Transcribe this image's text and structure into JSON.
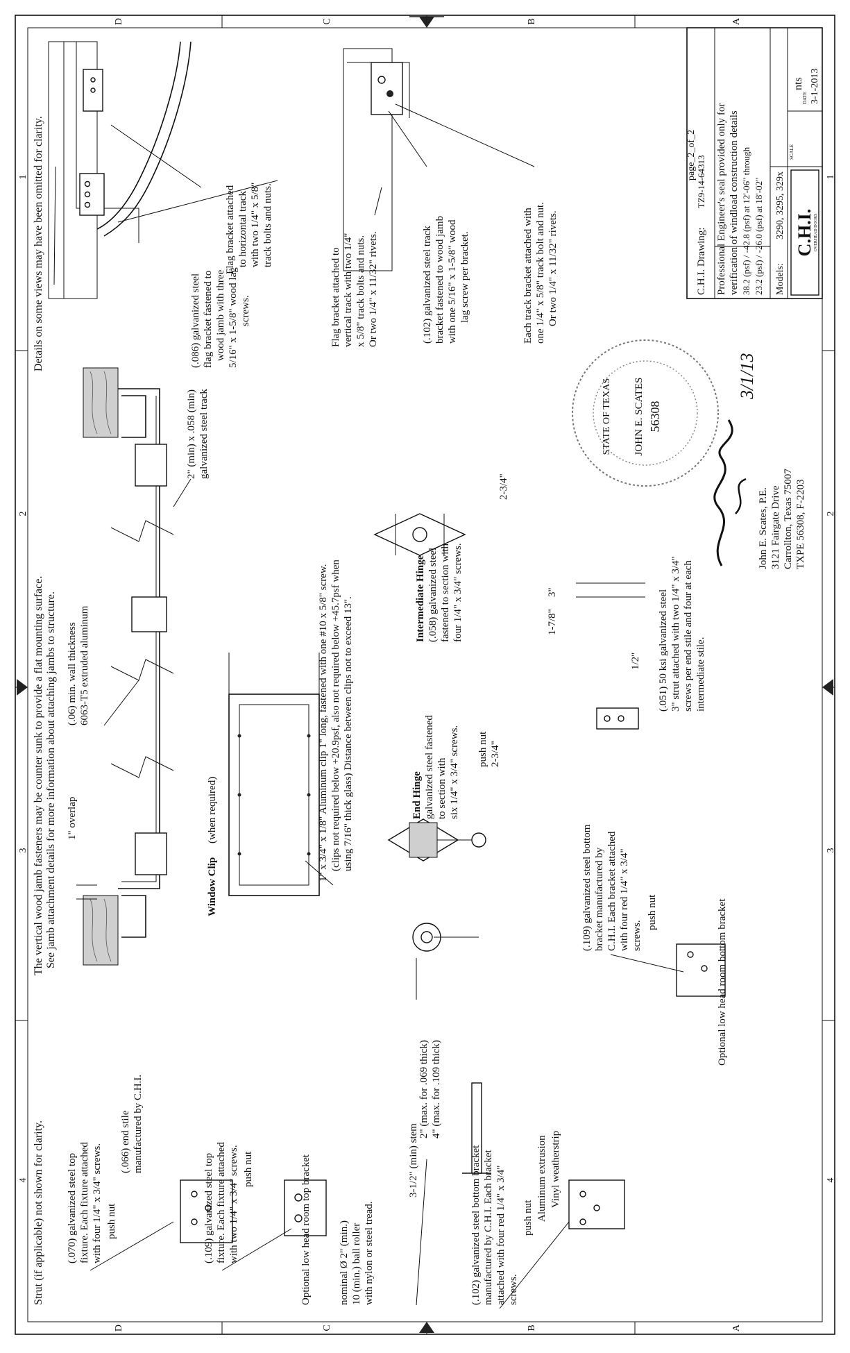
{
  "border": {
    "zones_top": [
      "D",
      "C",
      "B",
      "A"
    ],
    "zones_bottom": [
      "D",
      "C",
      "B",
      "A"
    ],
    "cols_left": [
      "1",
      "2",
      "3",
      "4"
    ],
    "cols_right": [
      "1",
      "2",
      "3",
      "4"
    ]
  },
  "title_block": {
    "logo_text": "C.H.I.",
    "logo_sub": "OVERHEAD DOORS",
    "scale_label": "SCALE",
    "scale_value": "nts",
    "date_label": "DATE",
    "date_value": "3-1-2013",
    "models_label": "Models:",
    "models_value": "3290, 3295, 329x",
    "pressure_1": "38.2 (psf) / -42.8 (psf) at 12'-06\" through",
    "pressure_2": "23.2 (psf) / -26.0 (psf) at 18'-02\"",
    "drawing_label": "C.H.I. Drawing:",
    "drawing_value": "TZ9-14-64313",
    "page": "page_2_of_2"
  },
  "engineer": {
    "name": "John E. Scates, P.E.",
    "addr1": "3121 Fairgate Drive",
    "addr2": "Carrollton, Texas 75007",
    "license": "TXPE 56308, F-2203",
    "seal_note_1": "Professional Engineer's seal provided only for",
    "seal_note_2": "verification of windload construction details",
    "seal_name": "JOHN E. SCATES",
    "seal_number": "56308",
    "seal_state": "STATE OF TEXAS",
    "signature_date": "3/1/13"
  },
  "notes": {
    "omitted": "Details on some views may have been omitted for clarity.",
    "jamb_1": "The vertical wood jamb fasteners may be counter sunk to provide a flat mounting surface.",
    "jamb_2": "See jamb attachment details for more information about attaching jambs to structure.",
    "strut_not_shown": "Strut (if applicable) not shown for clarity."
  },
  "labels": {
    "flag_086_1": "(.086) galvanized steel",
    "flag_086_2": "flag bracket fastened to",
    "flag_086_3": "wood jamb with three",
    "flag_086_4": "5/16\" x 1-5/8\" wood lag",
    "flag_086_5": "screws.",
    "flag_h_1": "Flag bracket attached",
    "flag_h_2": "to horizontal track",
    "flag_h_3": "with two 1/4\" x 5/8\"",
    "flag_h_4": "track bolts and nuts.",
    "flag_v_1": "Flag bracket attached to",
    "flag_v_2": "vertical track with two 1/4\"",
    "flag_v_3": "x 5/8\" track bolts and nuts.",
    "flag_v_4": "Or two 1/4\" x 11/32\" rivets.",
    "trk102_1": "(.102) galvanized steel track",
    "trk102_2": "bracket fastened to wood jamb",
    "trk102_3": "with one 5/16\" x 1-5/8\" wood",
    "trk102_4": "lag screw per bracket.",
    "trk_each_1": "Each track bracket attached with",
    "trk_each_2": "one 1/4\" x 5/8\" track bolt and nut.",
    "trk_each_3": "Or two 1/4\" x 11/32\" rivets.",
    "wall_1": "(.06) min. wall thickness",
    "wall_2": "6063-T5 extruded aluminum",
    "track_1": "2\" (min) x .058 (min)",
    "track_2": "galvanized steel track",
    "overlap": "1\" overlap",
    "window_clip": "Window Clip",
    "when_required": "(when required)",
    "clip_1": "1\" x 3/4\" x 1/8\" Aluminum clip 1\" long, fastened with one #10 x 5/8\" screw.",
    "clip_2": "(clips not required below +20.9psf, also not required below +45.7psf when",
    "clip_3": "using 7/16\" thick glass) Distance between clips not to exceed 13\".",
    "ih_title": "Intermediate Hinge",
    "ih_1": "(.058) galvanized steel",
    "ih_2": "fastened to section with",
    "ih_3": "four 1/4\" x 3/4\" screws.",
    "eh_title": "End Hinge",
    "eh_1": "galvanized steel fastened",
    "eh_2": "to section with",
    "eh_3": "six 1/4\" x 3/4\" screws.",
    "push_nut": "push nut",
    "dim_2_3_4": "2-3/4\"",
    "dim_1_7_8": "1-7/8\"",
    "dim_3": "3\"",
    "dim_1_2": "1/2\"",
    "strut_1": "(.051) 50 ksi galvanized steel",
    "strut_2": "3\" strut attached with two 1/4\" x 3/4\"",
    "strut_3": "screws per end stile and four at each",
    "strut_4": "intermediate stile.",
    "top070_1": "(.070) galvanized steel top",
    "top070_2": "fixture. Each fixture attached",
    "top070_3": "with four 1/4\" x 3/4\" screws.",
    "stile_1": "(.066) end stile",
    "stile_2": "manufactured by C.H.I.",
    "top109_1": "(.109) galvanized steel top",
    "top109_2": "fixture. Each fixture attached",
    "top109_3": "with two 1/4\" x 3/4\" screws.",
    "opt_top": "Optional low head room top bracket",
    "roller_1": "nominal Ø 2\" (min.)",
    "roller_2": "10 (min.) ball roller",
    "roller_3": "with nylon or steel tread.",
    "stem": "3-1/2\" (min) stem",
    "thick_1": "2\" (max. for .069 thick)",
    "thick_2": "4\" (max. for .109 thick)",
    "bot102_1": "(.102) galvanized steel bottom bracket",
    "bot102_2": "manufactured by C.H.I. Each bracket",
    "bot102_3": "attached with four red 1/4\" x 3/4\"",
    "bot102_4": "screws.",
    "alum_ext": "Aluminum extrusion",
    "vinyl": "Vinyl weatherstrip",
    "bot109_1": "(.109) galvanized steel bottom",
    "bot109_2": "bracket manufactured by",
    "bot109_3": "C.H.I. Each bracket attached",
    "bot109_4": "with four red 1/4\" x 3/4\"",
    "bot109_5": "screws.",
    "opt_bottom": "Optional low head room bottom bracket"
  }
}
